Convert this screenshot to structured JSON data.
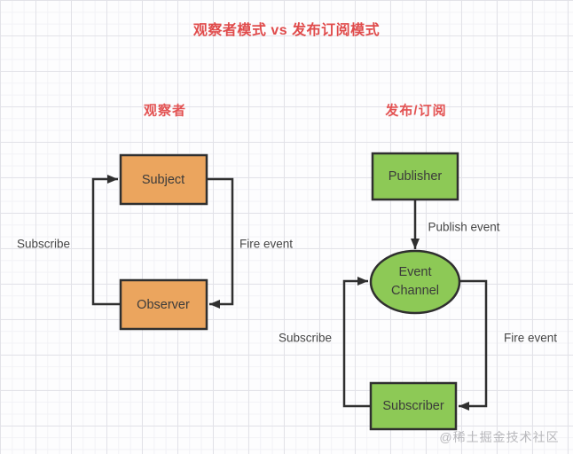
{
  "title": "观察者模式 vs 发布订阅模式",
  "colors": {
    "title_red": "#e04b4b",
    "observer_node_fill": "#eba55e",
    "pubsub_node_fill": "#8dc956",
    "edge_stroke": "#2f2f2f",
    "label_text": "#474747",
    "watermark_gray": "#b7b7bb"
  },
  "observer_diagram": {
    "heading": "观察者",
    "nodes": {
      "subject": "Subject",
      "observer": "Observer"
    },
    "edges": {
      "subscribe": "Subscribe",
      "fire_event": "Fire event"
    }
  },
  "pubsub_diagram": {
    "heading": "发布/订阅",
    "nodes": {
      "publisher": "Publisher",
      "event_channel_line1": "Event",
      "event_channel_line2": "Channel",
      "subscriber": "Subscriber"
    },
    "edges": {
      "publish_event": "Publish event",
      "subscribe": "Subscribe",
      "fire_event": "Fire event"
    }
  },
  "watermark": "@稀土掘金技术社区"
}
